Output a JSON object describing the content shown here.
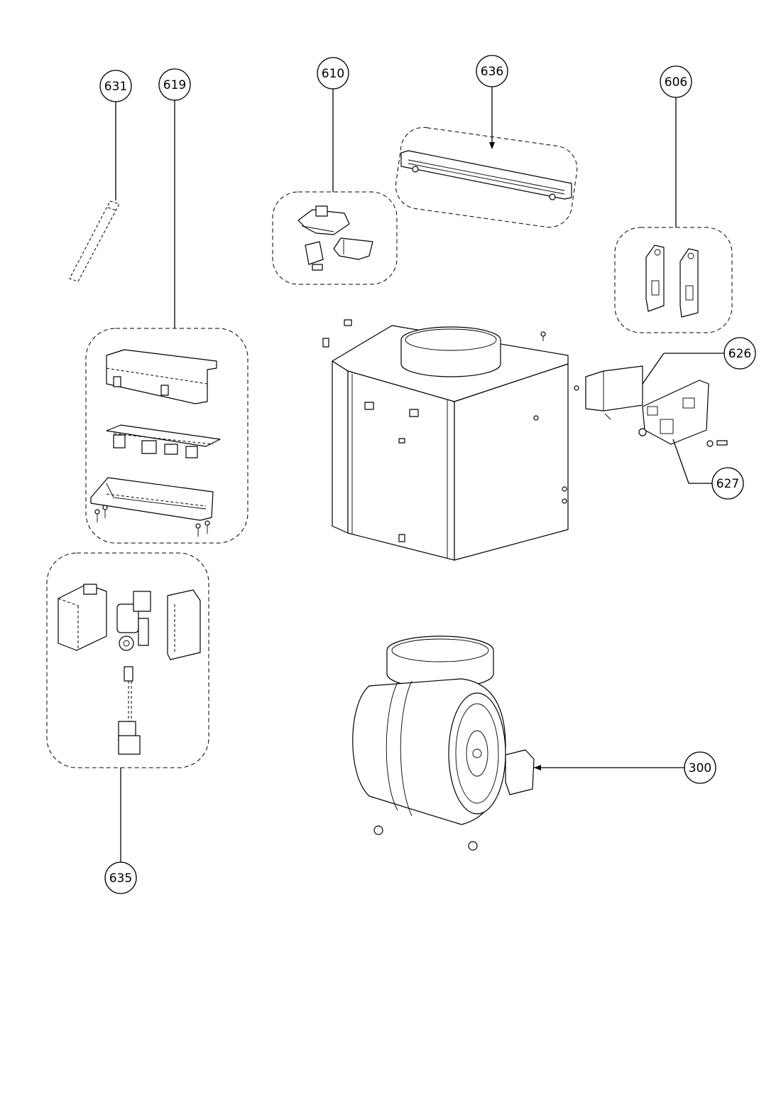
{
  "callouts": [
    {
      "id": "631",
      "label": "631"
    },
    {
      "id": "619",
      "label": "619"
    },
    {
      "id": "610",
      "label": "610"
    },
    {
      "id": "636",
      "label": "636"
    },
    {
      "id": "606",
      "label": "606"
    },
    {
      "id": "626",
      "label": "626"
    },
    {
      "id": "627",
      "label": "627"
    },
    {
      "id": "635",
      "label": "635"
    },
    {
      "id": "300",
      "label": "300"
    }
  ]
}
